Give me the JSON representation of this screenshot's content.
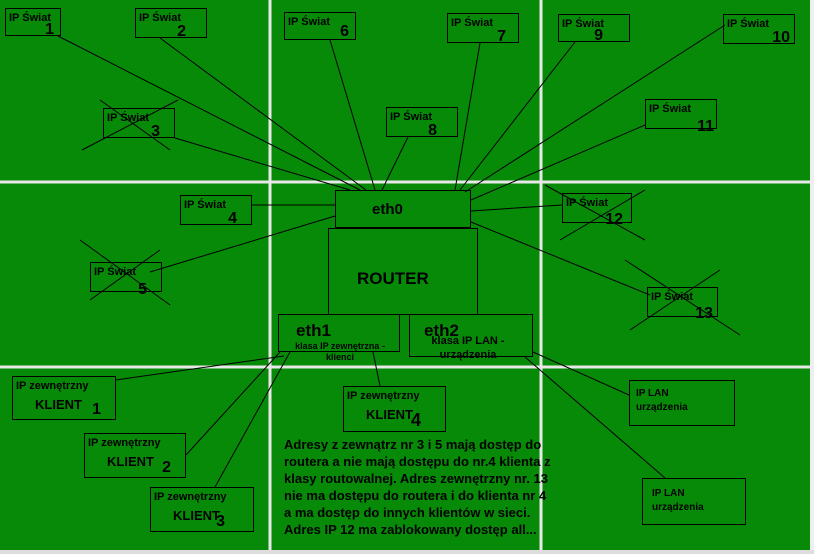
{
  "world_label": "IP Świat",
  "world_boxes": [
    {
      "n": "1"
    },
    {
      "n": "2"
    },
    {
      "n": "3"
    },
    {
      "n": "4"
    },
    {
      "n": "5"
    },
    {
      "n": "6"
    },
    {
      "n": "7"
    },
    {
      "n": "8"
    },
    {
      "n": "9"
    },
    {
      "n": "10"
    },
    {
      "n": "11"
    },
    {
      "n": "12"
    },
    {
      "n": "13"
    }
  ],
  "router": {
    "eth0": "eth0",
    "title": "ROUTER",
    "eth1": "eth1",
    "eth1_desc": "klasa IP zewnętrzna - klienci",
    "eth2": "eth2",
    "eth2_desc": "klasa IP  LAN - urządzenia"
  },
  "client_label": "IP  zewnętrzny",
  "client_name": "KLIENT",
  "clients": [
    "1",
    "2",
    "3",
    "4"
  ],
  "lan_label": "IP LAN urządzenia",
  "note": "Adresy z zewnątrz nr 3 i 5  mają dostęp do routera a nie mają dostępu do nr.4 klienta z klasy routowalnej. Adres zewnętrzny nr. 13 nie ma dostępu do routera i do klienta nr 4 a ma dostęp do innych klientów w sieci.  Adres IP 12 ma zablokowany dostęp all...",
  "colors": {
    "background": "#078a07",
    "grid": "#e8e8e8"
  }
}
